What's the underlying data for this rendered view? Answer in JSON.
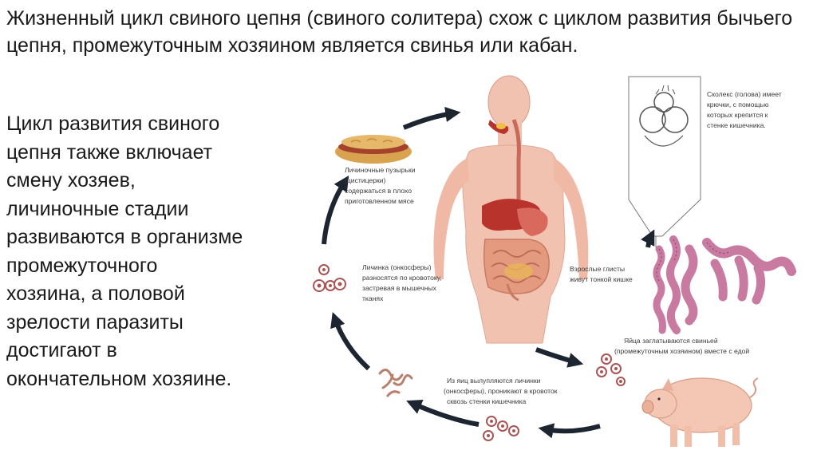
{
  "intro_text": "Жизненный цикл свиного цепня (свиного солитера) схож с циклом развития бычьего цепня, промежуточным хозяином является свинья или кабан.",
  "body_lines": [
    "Цикл развития свиного",
    "цепня также включает",
    "смену хозяев,",
    "личиночные стадии",
    "развиваются в организме",
    "промежуточного",
    "хозяина, а половой",
    "зрелости паразиты",
    "достигают в",
    "окончательном хозяине."
  ],
  "diagram": {
    "caption_cysticerci": [
      "Личиночные пузырьки",
      "(цистицерки)",
      "содержаться в плохо",
      "приготовленном мясе"
    ],
    "caption_oncosphere_blood": [
      "Личинка (онкосферы)",
      "разносятся по кровотоку,",
      "застревая в мышечных",
      "тканях"
    ],
    "caption_scolex": [
      "Сколекс (голова) имеет",
      "крючки, с помощью",
      "которых крепится к",
      "стенке кишечника."
    ],
    "caption_adult": [
      "Взрослые глисты",
      "живут тонкой кишке"
    ],
    "caption_eggs": [
      "Яйца заглатываются свиньей",
      "(промежуточным хозяином) вместе с едой"
    ],
    "caption_hatch": [
      "Из яиц вылупляются личинки",
      "(онкосферы), проникают в кровоток",
      "сквозь стенки кишечника"
    ]
  },
  "colors": {
    "skin": "#f2c2b0",
    "skin_dark": "#e9a892",
    "liver": "#b8332b",
    "intestine": "#e39a7e",
    "worm": "#c87aa0",
    "arrow": "#1c2530",
    "pig": "#f4c7b4"
  }
}
